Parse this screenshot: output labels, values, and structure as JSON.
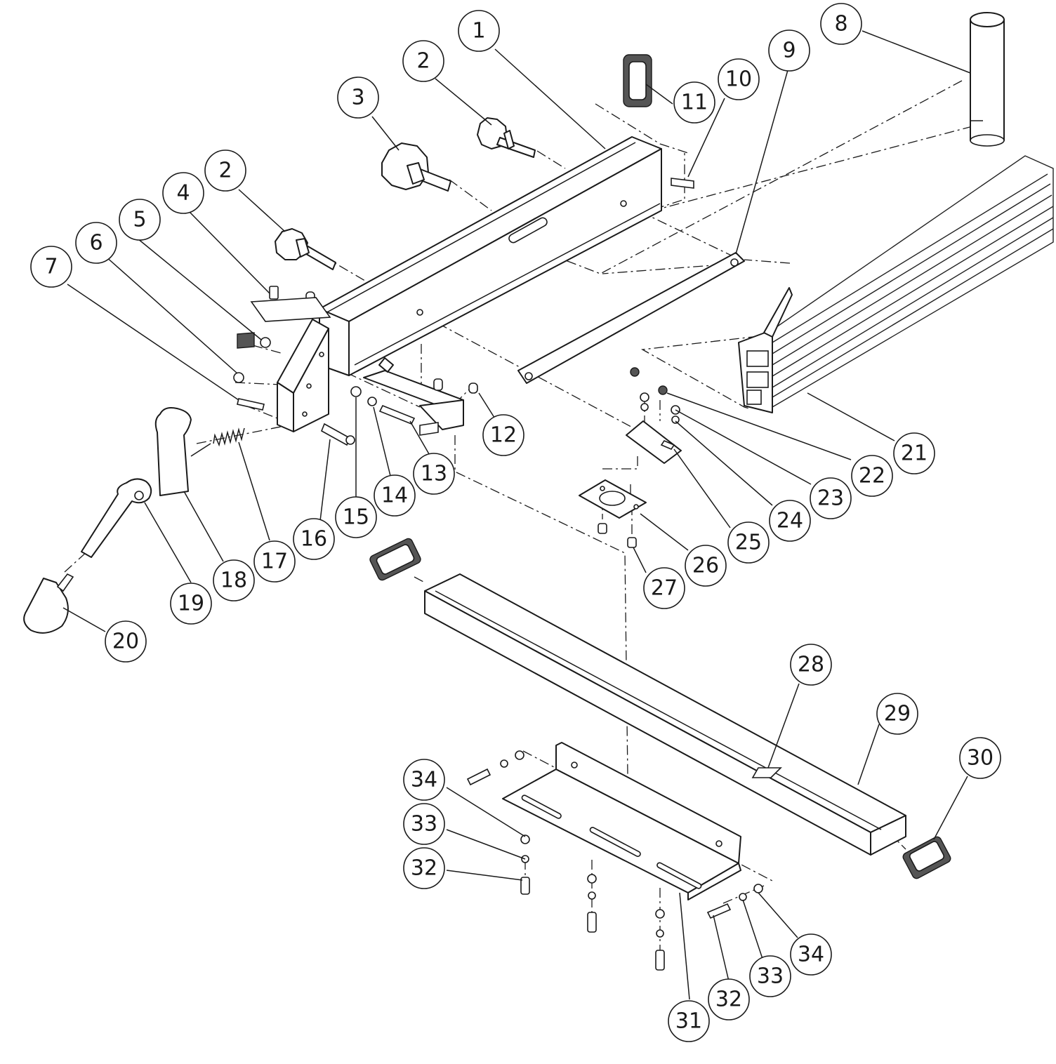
{
  "callouts": [
    {
      "id": "c1",
      "label": "1"
    },
    {
      "id": "c2a",
      "label": "2"
    },
    {
      "id": "c2b",
      "label": "2"
    },
    {
      "id": "c3",
      "label": "3"
    },
    {
      "id": "c4",
      "label": "4"
    },
    {
      "id": "c5",
      "label": "5"
    },
    {
      "id": "c6",
      "label": "6"
    },
    {
      "id": "c7",
      "label": "7"
    },
    {
      "id": "c8",
      "label": "8"
    },
    {
      "id": "c9",
      "label": "9"
    },
    {
      "id": "c10",
      "label": "10"
    },
    {
      "id": "c11",
      "label": "11"
    },
    {
      "id": "c12",
      "label": "12"
    },
    {
      "id": "c13",
      "label": "13"
    },
    {
      "id": "c14",
      "label": "14"
    },
    {
      "id": "c15",
      "label": "15"
    },
    {
      "id": "c16",
      "label": "16"
    },
    {
      "id": "c17",
      "label": "17"
    },
    {
      "id": "c18",
      "label": "18"
    },
    {
      "id": "c19",
      "label": "19"
    },
    {
      "id": "c20",
      "label": "20"
    },
    {
      "id": "c21",
      "label": "21"
    },
    {
      "id": "c22",
      "label": "22"
    },
    {
      "id": "c23",
      "label": "23"
    },
    {
      "id": "c24",
      "label": "24"
    },
    {
      "id": "c25",
      "label": "25"
    },
    {
      "id": "c26",
      "label": "26"
    },
    {
      "id": "c27",
      "label": "27"
    },
    {
      "id": "c28",
      "label": "28"
    },
    {
      "id": "c29",
      "label": "29"
    },
    {
      "id": "c30",
      "label": "30"
    },
    {
      "id": "c31",
      "label": "31"
    },
    {
      "id": "c32a",
      "label": "32"
    },
    {
      "id": "c32b",
      "label": "32"
    },
    {
      "id": "c33a",
      "label": "33"
    },
    {
      "id": "c33b",
      "label": "33"
    },
    {
      "id": "c34a",
      "label": "34"
    },
    {
      "id": "c34b",
      "label": "34"
    }
  ]
}
